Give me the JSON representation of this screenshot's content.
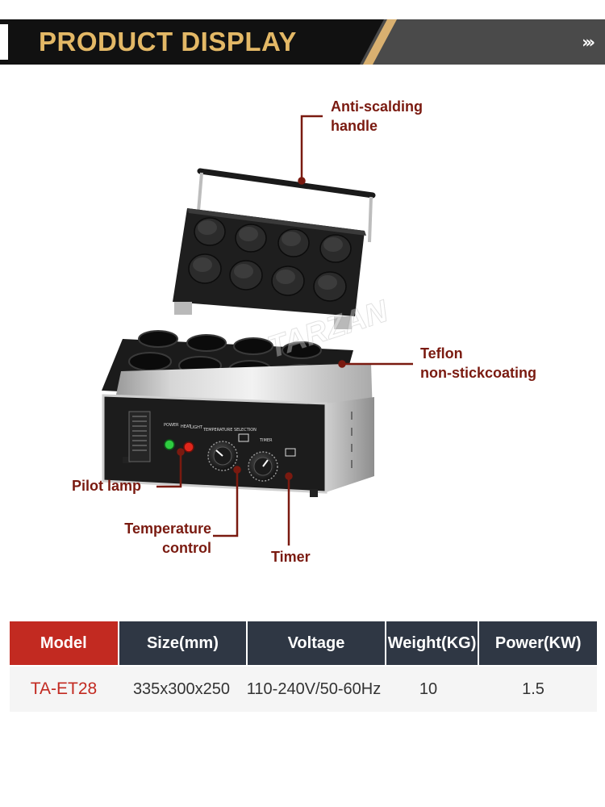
{
  "header": {
    "title": "PRODUCT DISPLAY",
    "chevrons": "›››"
  },
  "watermark": "TARZAN",
  "callouts": {
    "handle": [
      "Anti-scalding",
      "handle"
    ],
    "coating": [
      "Teflon",
      "non-stickcoating"
    ],
    "pilot": [
      "Pilot lamp"
    ],
    "temperature": [
      "Temperature",
      "control"
    ],
    "timer": [
      "Timer"
    ]
  },
  "panel_text": {
    "power": "POWER",
    "heat": "HEAT",
    "light": "LIGHT",
    "temp_selection": "TEMPERATURE SELECTION",
    "timer": "TIMER"
  },
  "spec_table": {
    "headers": [
      "Model",
      "Size(mm)",
      "Voltage",
      "Weight(KG)",
      "Power(KW)"
    ],
    "row": [
      "TA-ET28",
      "335x300x250",
      "110-240V/50-60Hz",
      "10",
      "1.5"
    ]
  },
  "colors": {
    "banner_dark": "#111111",
    "banner_gray": "#4a4a4a",
    "gold": "#e3b866",
    "callout_text": "#7a1a10",
    "model_red": "#c22a21",
    "table_header_dark": "#2f3744"
  }
}
